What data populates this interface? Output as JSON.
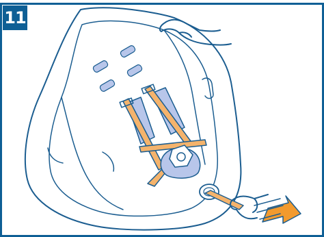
{
  "step": {
    "number": "11"
  },
  "colors": {
    "frame": "#0e5f95",
    "outline": "#1b5d90",
    "strap": "#f4b36c",
    "pad": "#b8c6ea",
    "arrow": "#f29a2e"
  },
  "illustration": {
    "subject": "car-seat",
    "elements": [
      "seat-shell",
      "shoulder-pads",
      "harness-straps",
      "buckle",
      "adjuster-loop",
      "hand-pressing-headrest",
      "hand-pulling-strap",
      "pull-direction-arrow"
    ]
  }
}
